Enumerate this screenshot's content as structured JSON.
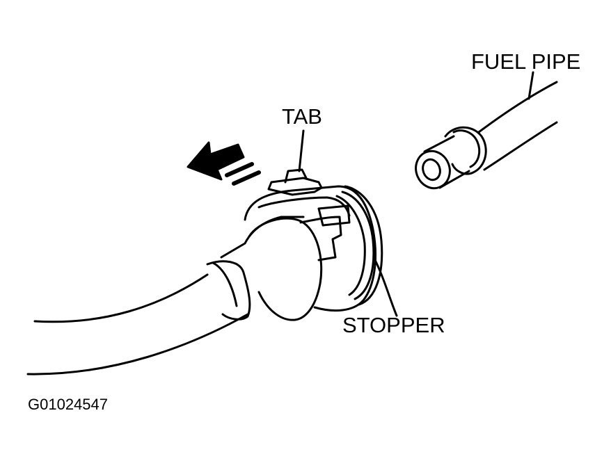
{
  "labels": {
    "fuel_pipe": "FUEL PIPE",
    "tab": "TAB",
    "stopper": "STOPPER",
    "figure_id": "G01024547"
  },
  "colors": {
    "line": "#000000",
    "background": "#ffffff"
  }
}
